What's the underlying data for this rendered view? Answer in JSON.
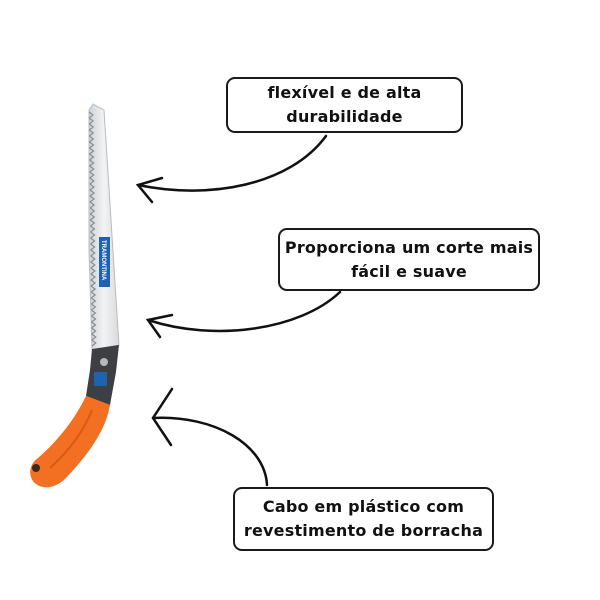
{
  "product": {
    "brand_label": "TRAMONTINA",
    "colors": {
      "handle": "#f36f21",
      "guard": "#3d3f42",
      "blade": "#e4e6e8",
      "brand_badge": "#1f63b0"
    }
  },
  "callouts": [
    {
      "line1": "flexível e de alta",
      "line2": "durabilidade"
    },
    {
      "line1": "Proporciona um corte mais",
      "line2": "fácil e suave"
    },
    {
      "line1": "Cabo em plástico com",
      "line2": "revestimento de borracha"
    }
  ]
}
